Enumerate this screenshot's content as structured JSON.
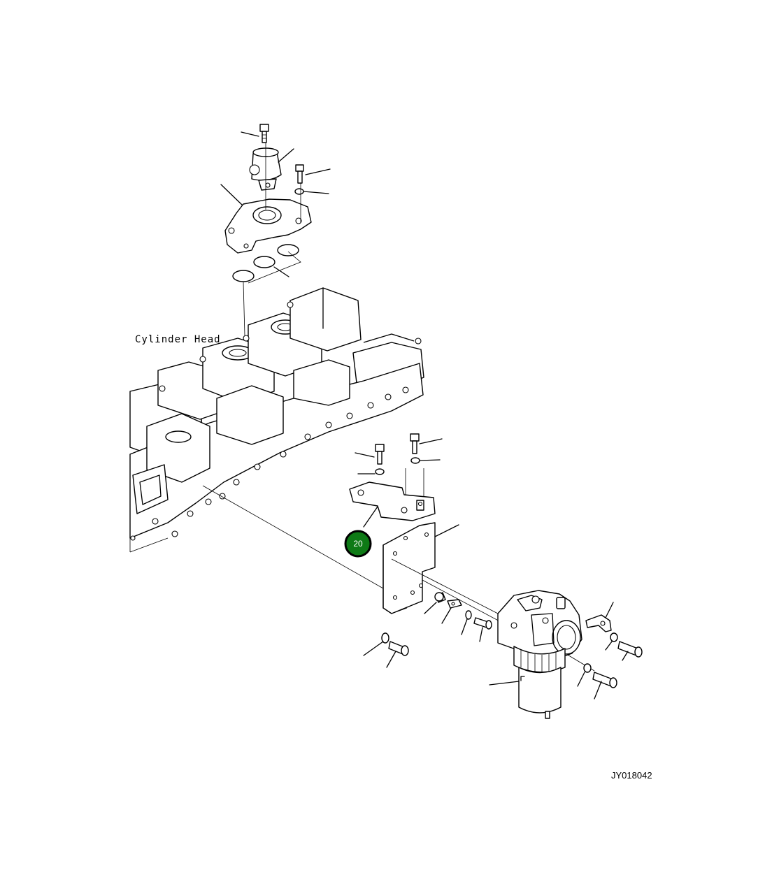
{
  "labels": {
    "cylinder_head": "Cylinder Head",
    "drawing_code": "JY018042"
  },
  "callout": {
    "number": "20",
    "color": "#0e7a16",
    "ring_color": "#000000"
  }
}
